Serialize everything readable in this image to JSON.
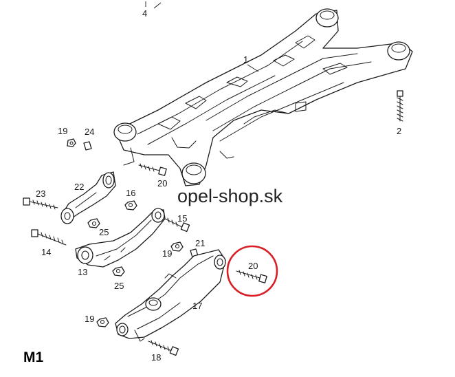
{
  "watermark": "opel-shop.sk",
  "page_code": "M1",
  "highlight_color": "#d81f26",
  "callouts": {
    "p1": "1",
    "p2": "2",
    "p4": "4",
    "p13": "13",
    "p14": "14",
    "p15": "15",
    "p16": "16",
    "p17": "17",
    "p18": "18",
    "p19a": "19",
    "p19b": "19",
    "p19c": "19",
    "p20a": "20",
    "p20b": "20",
    "p21": "21",
    "p22": "22",
    "p23": "23",
    "p24": "24",
    "p25a": "25",
    "p25b": "25"
  }
}
